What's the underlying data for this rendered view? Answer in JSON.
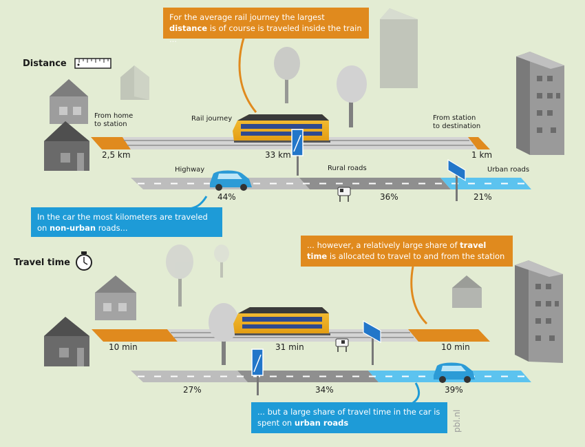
{
  "colors": {
    "background": "#e3ecd3",
    "orange": "#e08a1e",
    "blue": "#1e9bd7",
    "light_blue": "#5cc3ef",
    "grey_road": "#bdbdbd",
    "dark_road": "#8f8f8f",
    "train_yellow": "#f2b51f",
    "building_grey": "#8c8c8c"
  },
  "icons": [
    "ruler-icon",
    "stopwatch-icon",
    "house-icon",
    "tree-icon",
    "train-icon",
    "car-icon",
    "cow-icon",
    "road-sign-icon",
    "building-icon"
  ],
  "distance": {
    "title": "Distance",
    "from_home_line1": "From home",
    "from_home_line2": "to station",
    "rail_label": "Rail journey",
    "station_dest_line1": "From station",
    "station_dest_line2": "to destination",
    "val_home": "2,5 km",
    "val_rail": "33 km",
    "val_dest": "1 km",
    "highway_label": "Highway",
    "rural_label": "Rural roads",
    "urban_label": "Urban roads",
    "pct_highway": "44%",
    "pct_rural": "36%",
    "pct_urban": "21%"
  },
  "travel_time": {
    "title": "Travel time",
    "val_home": "10 min",
    "val_rail": "31 min",
    "val_dest": "10 min",
    "pct_highway": "27%",
    "pct_rural": "34%",
    "pct_urban": "39%"
  },
  "callouts": {
    "top": {
      "pre": "For the average rail journey the largest ",
      "bold": "distance",
      "post": " is of course is traveled inside the train ..."
    },
    "car": {
      "pre": "In the car the most kilometers are traveled on ",
      "bold": "non-urban",
      "post": " roads..."
    },
    "time": {
      "pre": "... however, a relatively large share of ",
      "bold": "travel time",
      "post": " is allocated to travel to and from the station"
    },
    "bottom": {
      "pre": "... but a large share of travel time in the car is spent on ",
      "bold": "urban roads",
      "post": ""
    }
  },
  "credit": "pbl.nl"
}
